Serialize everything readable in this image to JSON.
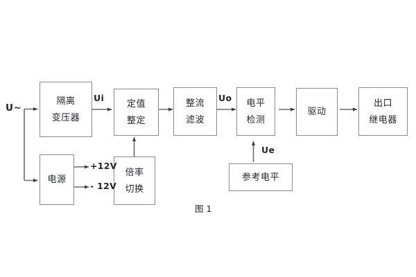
{
  "figure": {
    "caption": "图 1",
    "background_color": "#ffffff",
    "border_color": "#8a8a8a",
    "text_color": "#1f2430"
  },
  "input": {
    "source_label": "U~"
  },
  "blocks": [
    {
      "id": "isolation-transformer",
      "line1": "隔离",
      "line2": "变压器"
    },
    {
      "id": "power-supply",
      "line1": "电源",
      "line2": ""
    },
    {
      "id": "setting-value",
      "line1": "定值",
      "line2": "整定"
    },
    {
      "id": "multiplier-switch",
      "line1": "倍率",
      "line2": "切换"
    },
    {
      "id": "rectify-filter",
      "line1": "整流",
      "line2": "滤波"
    },
    {
      "id": "level-detection",
      "line1": "电平",
      "line2": "检测"
    },
    {
      "id": "reference-level",
      "line1": "参考电平",
      "line2": ""
    },
    {
      "id": "drive",
      "line1": "驱动",
      "line2": ""
    },
    {
      "id": "output-relay",
      "line1": "出口",
      "line2": "继电器"
    }
  ],
  "signal_labels": {
    "ui": "Ui",
    "uo": "Uo",
    "ue": "Ue",
    "pos12v": "+12V",
    "neg12v": "- 12V"
  }
}
